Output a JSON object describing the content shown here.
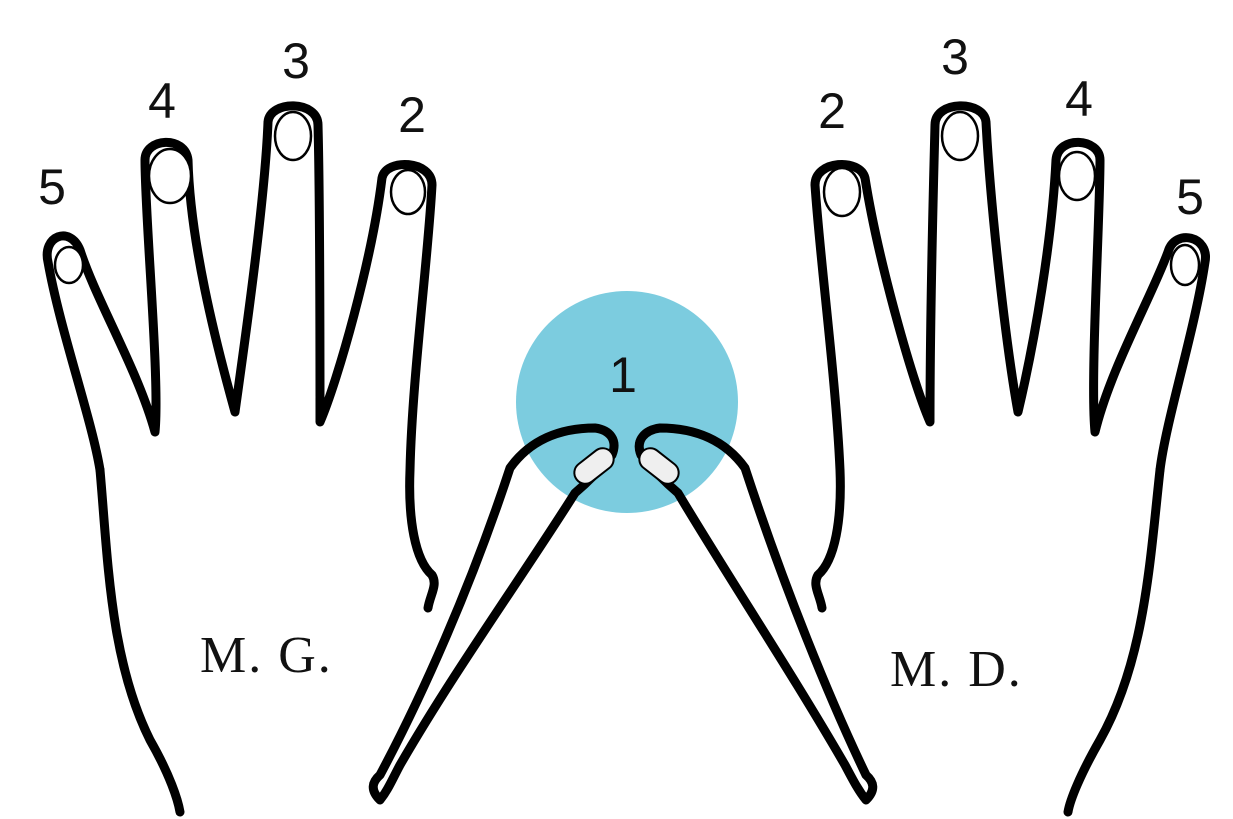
{
  "diagram": {
    "left_hand": {
      "label": "M. G.",
      "finger_numbers": [
        "5",
        "4",
        "3",
        "2"
      ]
    },
    "right_hand": {
      "label": "M. D.",
      "finger_numbers": [
        "2",
        "3",
        "4",
        "5"
      ]
    },
    "thumb_number": "1",
    "colors": {
      "highlight": "#7cccdf",
      "outline": "#000000",
      "background": "#ffffff"
    }
  }
}
